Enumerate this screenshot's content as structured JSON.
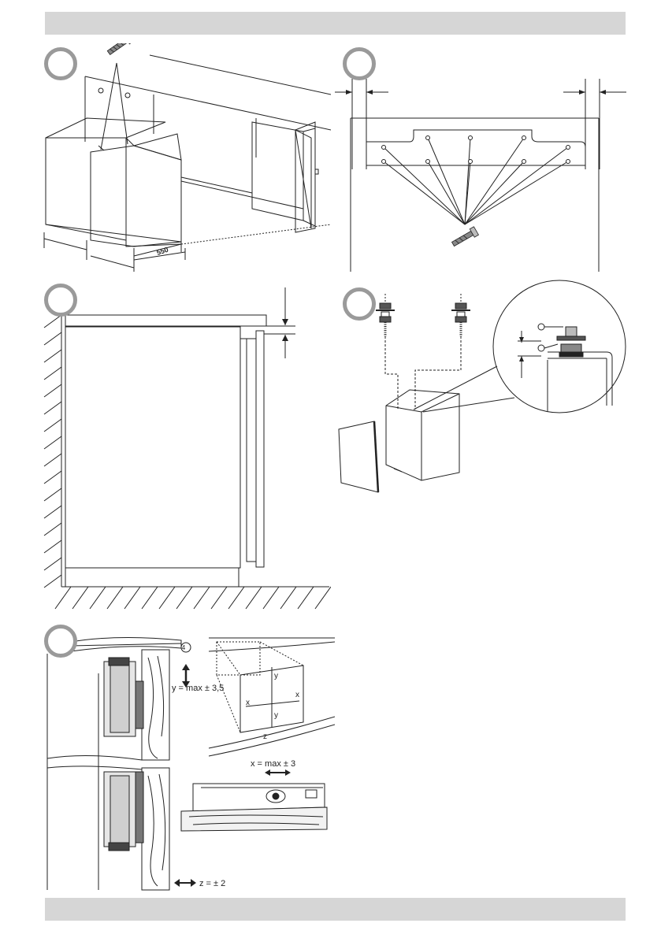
{
  "steps": {
    "step1": {
      "dimension_depth": "550"
    },
    "step5": {
      "callout_number": "4",
      "y_adjust": "y = max ± 3,5",
      "x_adjust": "x = max ± 3",
      "z_adjust": "z = ± 2",
      "axis_x": "x",
      "axis_y": "y",
      "axis_z": "z"
    }
  },
  "colors": {
    "band": "#d6d6d6",
    "marker_ring": "#9a9a9a",
    "line": "#222222"
  }
}
